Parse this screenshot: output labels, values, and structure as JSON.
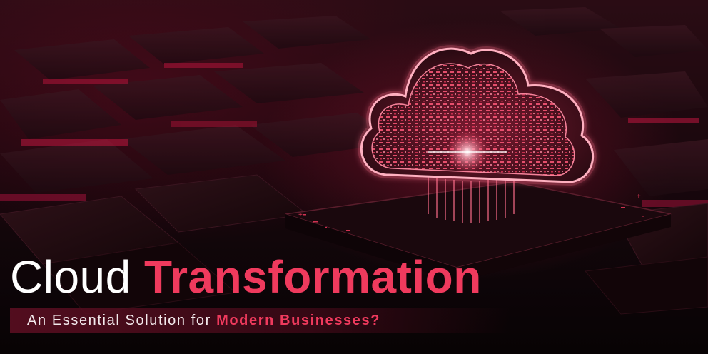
{
  "banner": {
    "title": {
      "word1": "Cloud",
      "word2": "Transformation"
    },
    "subtitle": {
      "text": "An Essential Solution for",
      "highlight": "Modern Businesses?"
    },
    "colors": {
      "accent": "#ef3a5d",
      "background": "#1a070d",
      "title_primary": "#ffffff"
    },
    "illustration": {
      "icon": "cloud-icon"
    }
  }
}
